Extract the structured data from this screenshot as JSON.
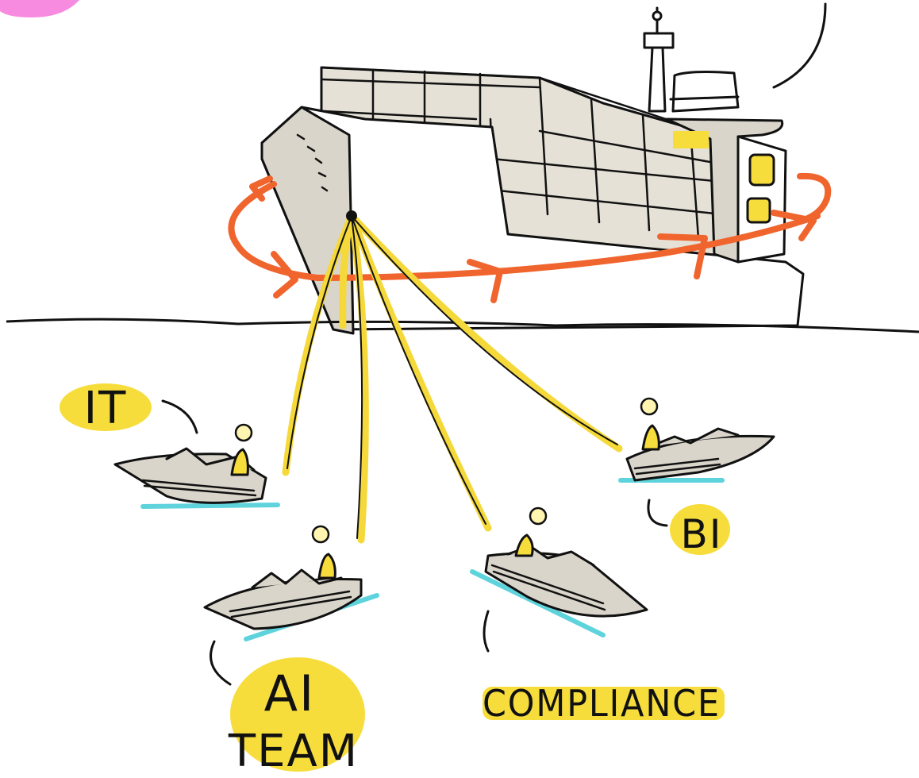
{
  "labels": {
    "it": "IT",
    "bi": "BI",
    "ai_line1": "AI",
    "ai_line2": "TEAM",
    "compliance": "COMPLIANCE"
  },
  "colors": {
    "ink": "#111111",
    "hull_grey": "#d9d5cb",
    "highlight_yellow": "#f7dd3b",
    "rope_yellow": "#f5d93a",
    "arrow_orange": "#f0642d",
    "water_cyan": "#5fd3dc",
    "corner_pink": "#f78be0"
  }
}
